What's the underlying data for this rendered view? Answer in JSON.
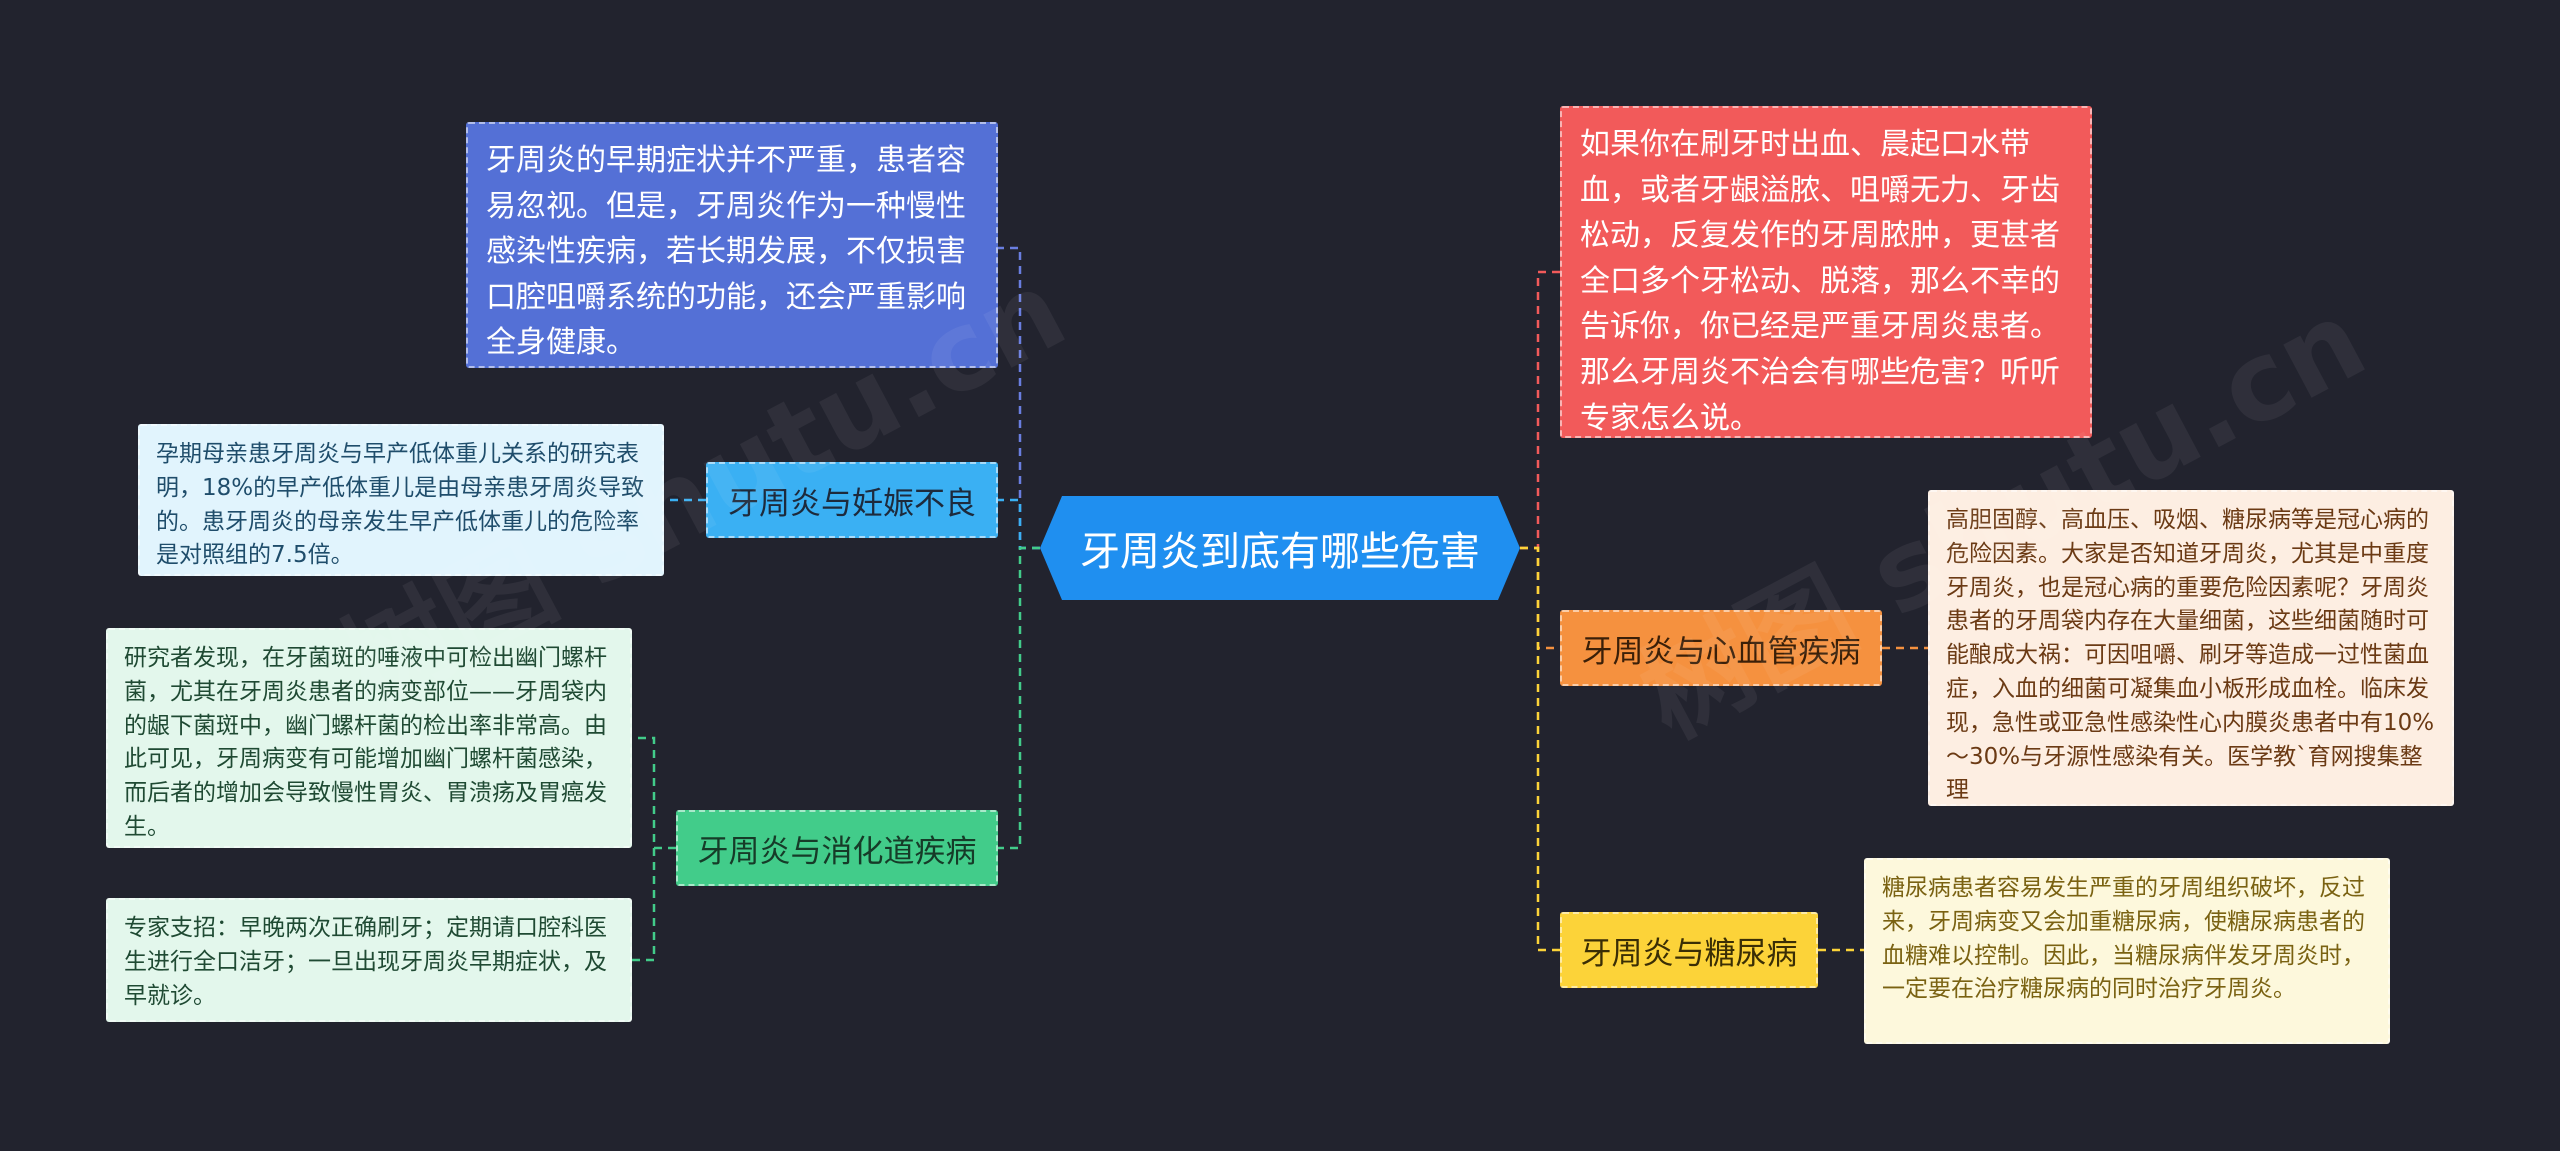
{
  "root": {
    "label": "牙周炎到底有哪些危害"
  },
  "left": {
    "intro": "牙周炎的早期症状并不严重，患者容易忽视。但是，牙周炎作为一种慢性感染性疾病，若长期发展，不仅损害口腔咀嚼系统的功能，还会严重影响全身健康。",
    "pregnancy": {
      "label": "牙周炎与妊娠不良",
      "text": "孕期母亲患牙周炎与早产低体重儿关系的研究表明，18%的早产低体重儿是由母亲患牙周炎导致的。患牙周炎的母亲发生早产低体重儿的危险率是对照组的7.5倍。"
    },
    "digestive": {
      "label": "牙周炎与消化道疾病",
      "text1": "研究者发现，在牙菌斑的唾液中可检出幽门螺杆菌，尤其在牙周炎患者的病变部位——牙周袋内的龈下菌斑中，幽门螺杆菌的检出率非常高。由此可见，牙周病变有可能增加幽门螺杆菌感染，而后者的增加会导致慢性胃炎、胃溃疡及胃癌发生。",
      "text2": "专家支招：早晚两次正确刷牙；定期请口腔科医生进行全口洁牙；一旦出现牙周炎早期症状，及早就诊。"
    }
  },
  "right": {
    "intro": "如果你在刷牙时出血、晨起口水带血，或者牙龈溢脓、咀嚼无力、牙齿松动，反复发作的牙周脓肿，更甚者全口多个牙松动、脱落，那么不幸的告诉你，你已经是严重牙周炎患者。那么牙周炎不治会有哪些危害？听听专家怎么说。",
    "cardio": {
      "label": "牙周炎与心血管疾病",
      "text": "高胆固醇、高血压、吸烟、糖尿病等是冠心病的危险因素。大家是否知道牙周炎，尤其是中重度牙周炎，也是冠心病的重要危险因素呢？牙周炎患者的牙周袋内存在大量细菌，这些细菌随时可能酿成大祸：可因咀嚼、刷牙等造成一过性菌血症，入血的细菌可凝集血小板形成血栓。临床发现，急性或亚急性感染性心内膜炎患者中有10%～30%与牙源性感染有关。医学教`育网搜集整理"
    },
    "diabetes": {
      "label": "牙周炎与糖尿病",
      "text": "糖尿病患者容易发生严重的牙周组织破坏，反过来，牙周病变又会加重糖尿病，使糖尿病患者的血糖难以控制。因此，当糖尿病伴发牙周炎时，一定要在治疗糖尿病的同时治疗牙周炎。"
    }
  },
  "watermark": [
    "树图 shutu.cn",
    "树图 shutu.cn",
    "树图 shutu.cn"
  ],
  "colors": {
    "background": "#22232e",
    "root": "#1f8ff0",
    "intro_left": "#5470d6",
    "intro_right": "#f25a5a",
    "pregnancy": "#3ab0f3",
    "pregnancy_leaf": "#e1f4fd",
    "digestive": "#42cc8a",
    "digestive_leaf": "#e3f7ec",
    "cardio": "#f5913f",
    "cardio_leaf": "#fdeee2",
    "diabetes": "#fcd339",
    "diabetes_leaf": "#fdf8dc"
  }
}
